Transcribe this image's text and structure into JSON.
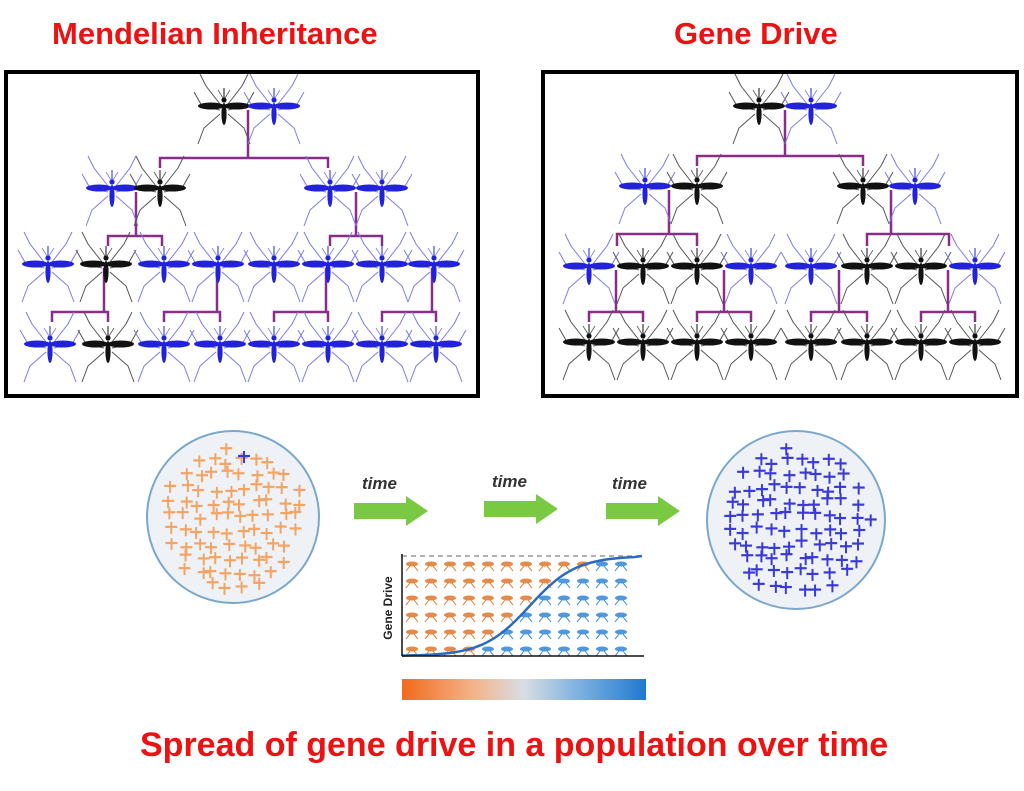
{
  "titles": {
    "left": "Mendelian Inheritance",
    "right": "Gene Drive",
    "bottom": "Spread of gene drive in a population over time"
  },
  "arrows": {
    "label": "time",
    "count": 3,
    "color": "#7ac943"
  },
  "chart_data": {
    "type": "area",
    "title": "",
    "xlabel": "",
    "ylabel": "Gene Drive",
    "curve": "sigmoid",
    "x": [
      0,
      0.2,
      0.4,
      0.6,
      0.8,
      1.0
    ],
    "y": [
      0.0,
      0.05,
      0.3,
      0.75,
      0.97,
      1.0
    ],
    "ylim": [
      0,
      1
    ],
    "max_line": "dashed",
    "colors": {
      "before": "#e0752a",
      "after": "#2f86d8",
      "curve": "#2a6bbf"
    }
  },
  "colors": {
    "title": "#ee1111",
    "mosquito_blue": "#2222dd",
    "mosquito_black": "#111111",
    "cross_line": "#8a2d8a",
    "population_start": "#f4a462",
    "population_end": "#3a3ad8"
  },
  "legend": {
    "gradient": [
      "#f26a1b",
      "#1f79d0"
    ]
  }
}
